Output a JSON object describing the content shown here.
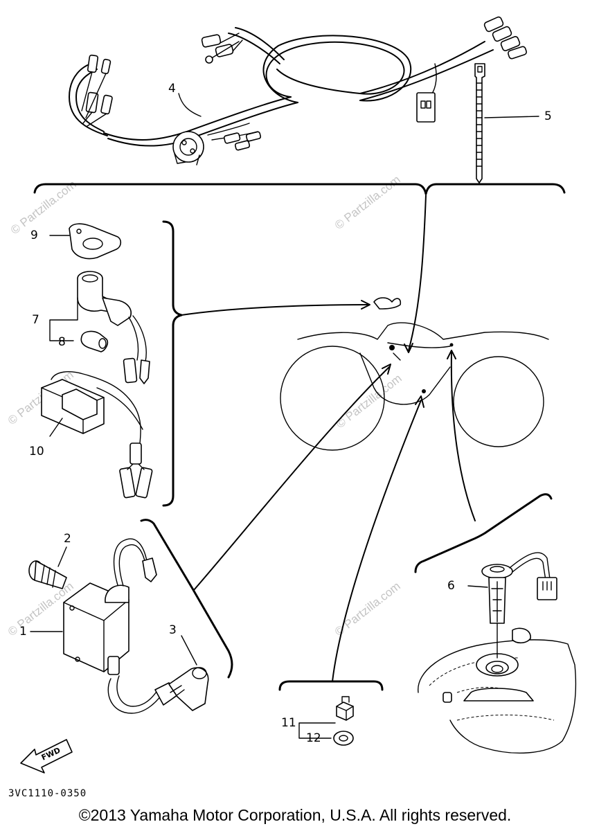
{
  "diagram": {
    "code": "3VC1110-0350",
    "copyright": "©2013 Yamaha Motor Corporation, U.S.A. All rights reserved.",
    "watermark": "© Partzilla.com",
    "direction_label": "FWD",
    "parts": [
      {
        "number": "1"
      },
      {
        "number": "2"
      },
      {
        "number": "3"
      },
      {
        "number": "4"
      },
      {
        "number": "5"
      },
      {
        "number": "6"
      },
      {
        "number": "7"
      },
      {
        "number": "8"
      },
      {
        "number": "9"
      },
      {
        "number": "10"
      },
      {
        "number": "11"
      },
      {
        "number": "12"
      }
    ]
  }
}
